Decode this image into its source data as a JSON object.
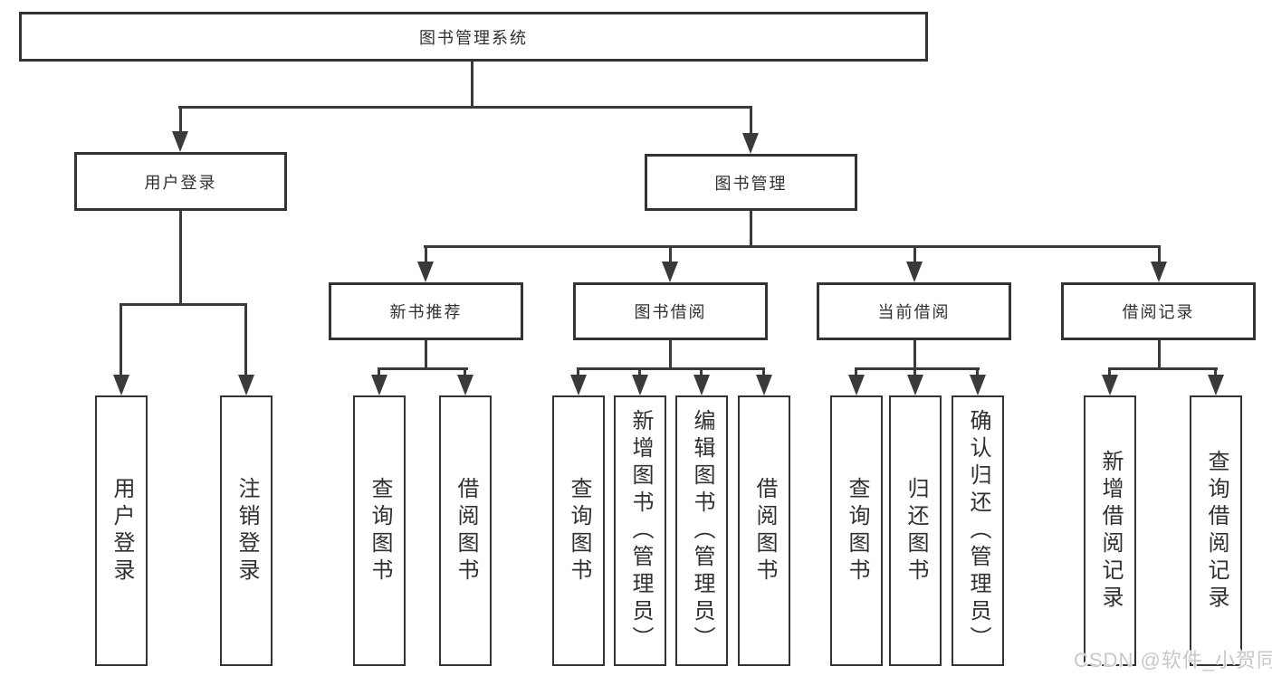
{
  "colors": {
    "background": "#ffffff",
    "line": "#3a3a3a",
    "box_border": "#333333",
    "text": "#303030",
    "watermark": "#c8c8c8"
  },
  "watermark": {
    "text": "CSDN @软件_小贺同学"
  },
  "tree": {
    "root": {
      "label": "图书管理系统"
    },
    "branches": [
      {
        "label": "用户登录",
        "children": [
          {
            "label": "用户登录"
          },
          {
            "label": "注销登录"
          }
        ]
      },
      {
        "label": "图书管理",
        "children": [
          {
            "label": "新书推荐",
            "children": [
              {
                "label": "查询图书"
              },
              {
                "label": "借阅图书"
              }
            ]
          },
          {
            "label": "图书借阅",
            "children": [
              {
                "label": "查询图书"
              },
              {
                "label": "新增图书（管理员）"
              },
              {
                "label": "编辑图书（管理员）"
              },
              {
                "label": "借阅图书"
              }
            ]
          },
          {
            "label": "当前借阅",
            "children": [
              {
                "label": "查询图书"
              },
              {
                "label": "归还图书"
              },
              {
                "label": "确认归还（管理员）"
              }
            ]
          },
          {
            "label": "借阅记录",
            "children": [
              {
                "label": "新增借阅记录"
              },
              {
                "label": "查询借阅记录"
              }
            ]
          }
        ]
      }
    ]
  }
}
